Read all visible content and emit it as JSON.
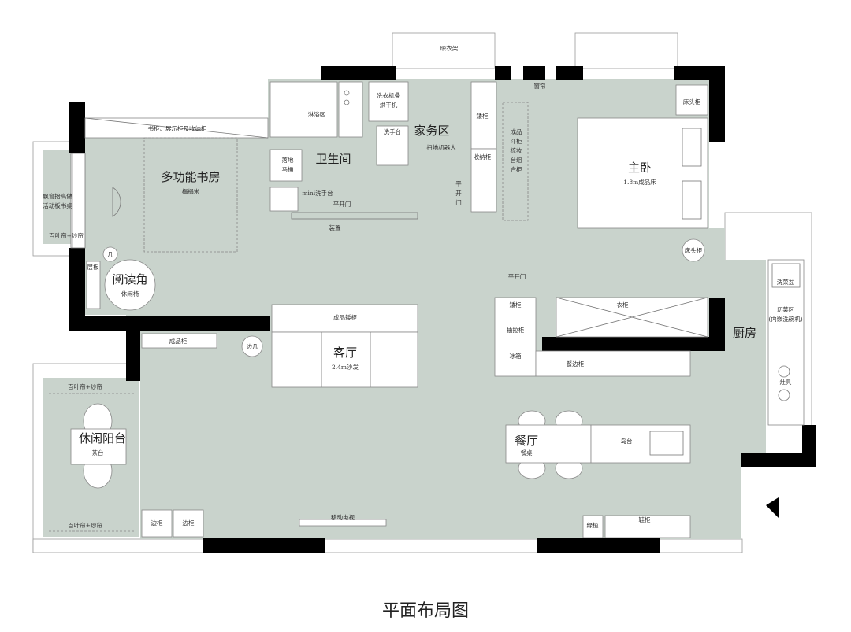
{
  "caption": "平面布局图",
  "rooms": {
    "study": "多功能书房",
    "reading": "阅读角",
    "bathroom": "卫生间",
    "housework": "家务区",
    "master": "主卧",
    "living": "客厅",
    "dining": "餐厅",
    "kitchen": "厨房",
    "balcony": "休闲阳台"
  },
  "furniture": {
    "drying_rack": "晾衣架",
    "window": "窗帘",
    "bookshelf": "书柜、展示柜及收纳柜",
    "tatami": "榻榻米",
    "floating_desk": "飘窗抬高做",
    "floating_desk2": "活动板书桌",
    "blinds": "百叶帘+纱帘",
    "blinds_bottom": "百叶帘+纱帘",
    "blinds_top": "百叶帘+纱帘",
    "shower": "淋浴区",
    "toilet_a": "落地",
    "toilet_b": "马桶",
    "mini_basin": "mini洗手台",
    "sliding_door_bath": "平开门",
    "facade": "装置",
    "washer_a": "洗衣机叠",
    "washer_b": "烘干机",
    "basin": "洗手台",
    "robot": "扫地机器人",
    "tall_cabinet": "矮柜",
    "storage": "收纳柜",
    "combo_1": "成品",
    "combo_2": "斗柜",
    "combo_3": "梳妆",
    "combo_4": "台组",
    "combo_5": "合柜",
    "door_v_1": "平",
    "door_v_2": "开",
    "door_v_3": "门",
    "bed": "1.8m成品床",
    "nightstand_top": "床头柜",
    "nightstand_mid": "床头柜",
    "shelf": "层板",
    "side_table": "几",
    "lounge_chair": "休闲椅",
    "tv_cabinet": "成品柜",
    "sofa_back": "成品矮柜",
    "sofa": "2.4m沙发",
    "side_table2": "边几",
    "door_master": "平开门",
    "wardrobe": "衣柜",
    "short_cab": "矮柜",
    "pull_cab": "抽拉柜",
    "fridge": "冰箱",
    "sideboard": "餐边柜",
    "veg_basin": "洗菜盆",
    "prep_a": "切菜区",
    "prep_b": "(内嵌洗碗机)",
    "stove": "灶具",
    "tea_table": "茶台",
    "dining_table": "餐桌",
    "island": "岛台",
    "side_cab_1": "边柜",
    "side_cab_2": "边柜",
    "tv": "移动电视",
    "green_cab": "绿植",
    "shoe_cab": "鞋柜"
  }
}
